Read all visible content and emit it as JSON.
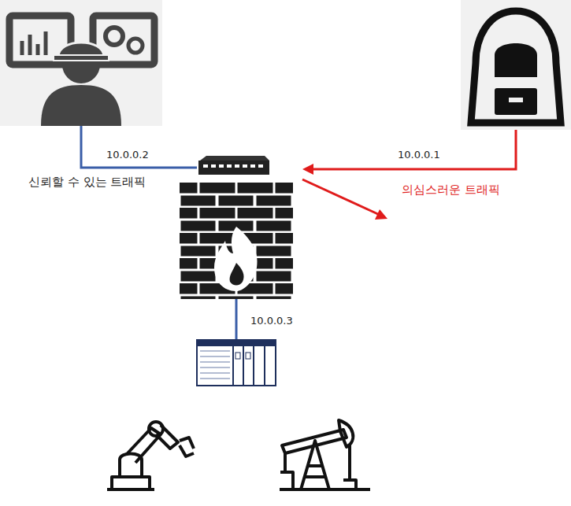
{
  "diagram": {
    "labels": [
      "10.0.0.2",
      "신뢰할 수 있는 트래픽",
      "10.0.0.1",
      "의심스러운 트래픽",
      "10.0.0.3"
    ]
  }
}
